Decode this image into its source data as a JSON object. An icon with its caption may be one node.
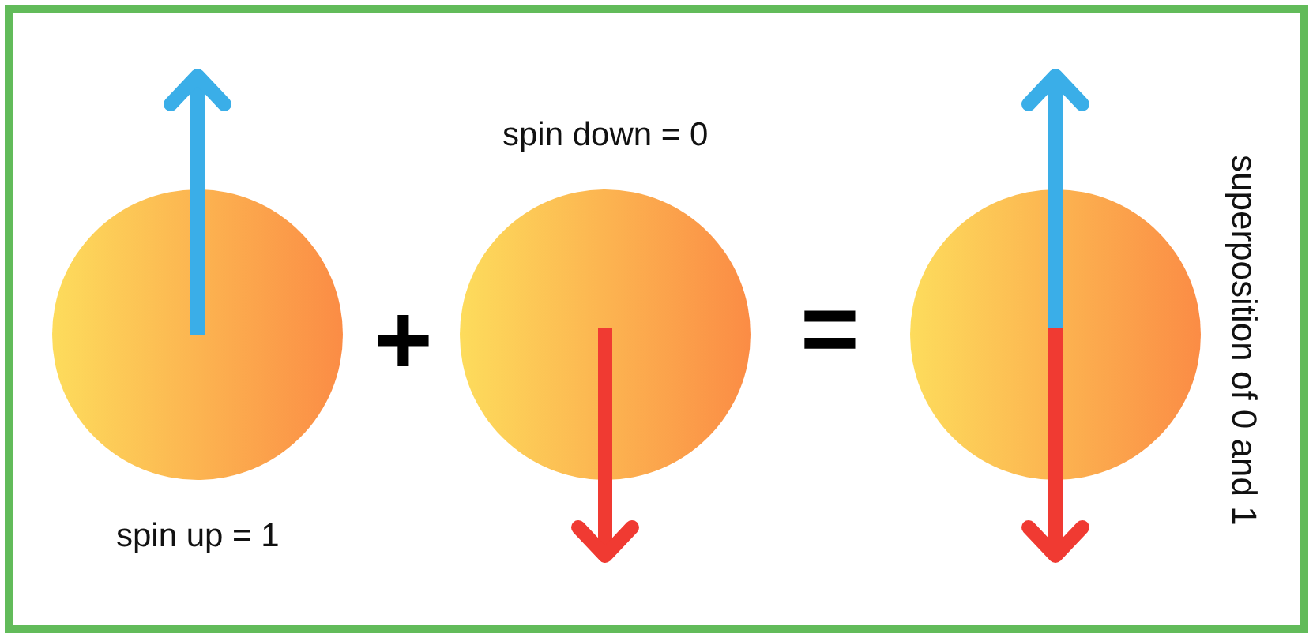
{
  "diagram": {
    "nodes": [
      {
        "text": [],
        "shape": "circle",
        "beside": [
          "spin up = 1"
        ]
      },
      {
        "text": [],
        "shape": "circle",
        "beside": [
          "spin down = 0"
        ]
      },
      {
        "text": [],
        "shape": "circle",
        "beside": [
          "superposition of 0 and 1"
        ]
      }
    ],
    "labels": [
      "+",
      "="
    ]
  }
}
